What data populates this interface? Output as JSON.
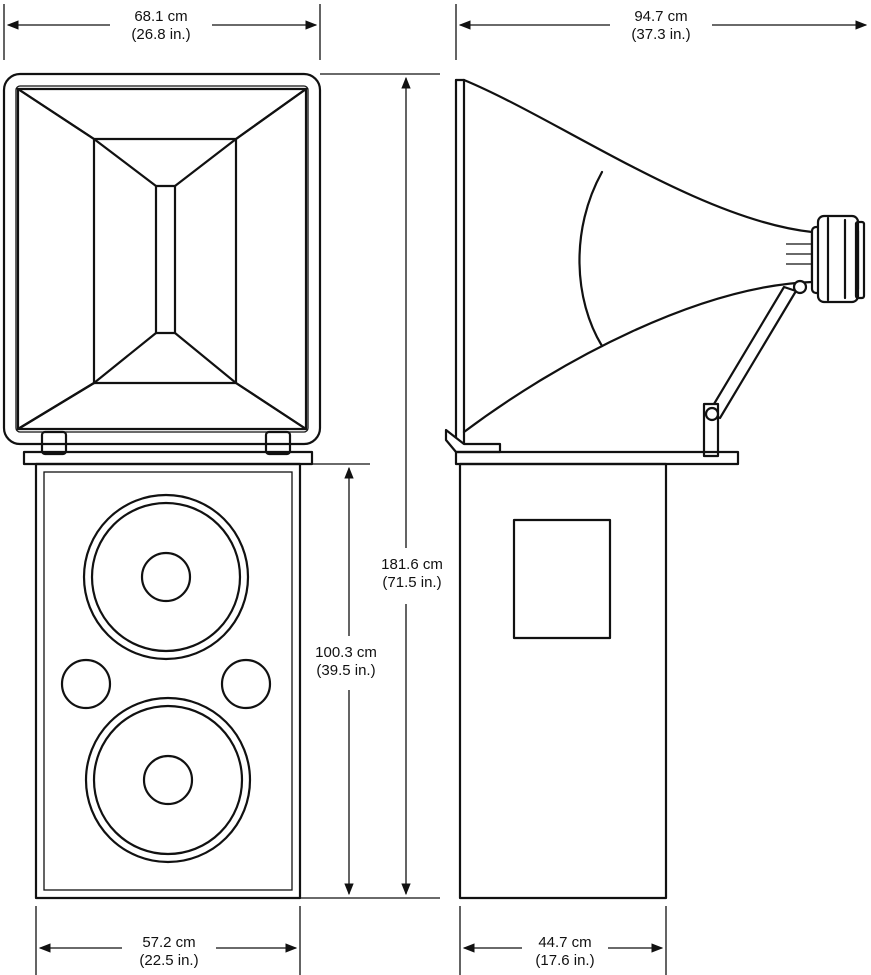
{
  "dimensions": {
    "top_width": {
      "metric": "68.1 cm",
      "imperial": "(26.8 in.)"
    },
    "horn_depth": {
      "metric": "94.7 cm",
      "imperial": "(37.3 in.)"
    },
    "total_height": {
      "metric": "181.6 cm",
      "imperial": "(71.5 in.)"
    },
    "bass_height": {
      "metric": "100.3 cm",
      "imperial": "(39.5 in.)"
    },
    "bass_width": {
      "metric": "57.2 cm",
      "imperial": "(22.5 in.)"
    },
    "bass_depth": {
      "metric": "44.7 cm",
      "imperial": "(17.6 in.)"
    }
  }
}
